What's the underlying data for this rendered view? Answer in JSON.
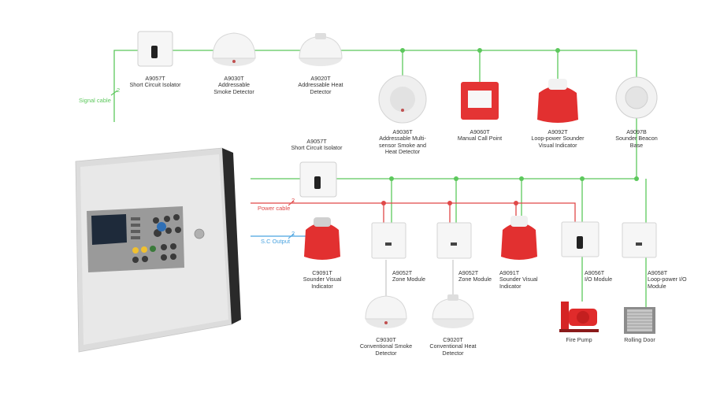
{
  "cables": {
    "signal": "Signal cable",
    "power": "Power cable",
    "sc_output": "S.C Output",
    "count_signal": "2",
    "count_power": "2",
    "count_sc": "2"
  },
  "colors": {
    "signal": "#5cc85c",
    "power": "#e04848",
    "sc_output": "#4aa3e0"
  },
  "devices": {
    "isolator_top": {
      "code": "A9057T",
      "desc": "Short Circuit Isolator"
    },
    "smoke_top": {
      "code": "A9030T",
      "desc": "Addressable Smoke Detector"
    },
    "heat_top": {
      "code": "A9020T",
      "desc": "Addressable Heat Detector"
    },
    "multisensor": {
      "code": "A9036T",
      "desc": "Addressable Multi-sensor Smoke and Heat Detector"
    },
    "call_point": {
      "code": "A9060T",
      "desc": "Manual Call Point"
    },
    "loop_sounder": {
      "code": "A9092T",
      "desc": "Loop-power Sounder Visual Indicator"
    },
    "beacon_base": {
      "code": "A9097B",
      "desc": "Sounder Beacon Base"
    },
    "isolator_mid": {
      "code": "A9057T",
      "desc": "Short Circuit Isolator"
    },
    "sounder_c": {
      "code": "C9091T",
      "desc": "Sounder Visual Indicator"
    },
    "zone1": {
      "code": "A9052T",
      "desc": "Zone Module"
    },
    "zone2": {
      "code": "A9052T",
      "desc": "Zone Module"
    },
    "sounder_a": {
      "code": "A9091T",
      "desc": "Sounder Visual Indicator"
    },
    "io_module": {
      "code": "A9056T",
      "desc": "I/O Module"
    },
    "loop_io": {
      "code": "A9058T",
      "desc": "Loop-power I/O Module"
    },
    "conv_smoke": {
      "code": "C9030T",
      "desc": "Conventional Smoke Detector"
    },
    "conv_heat": {
      "code": "C9020T",
      "desc": "Conventional Heat Detector"
    },
    "fire_pump": {
      "code": "",
      "desc": "Fire Pump"
    },
    "rolling_door": {
      "code": "",
      "desc": "Rolling Door"
    }
  }
}
